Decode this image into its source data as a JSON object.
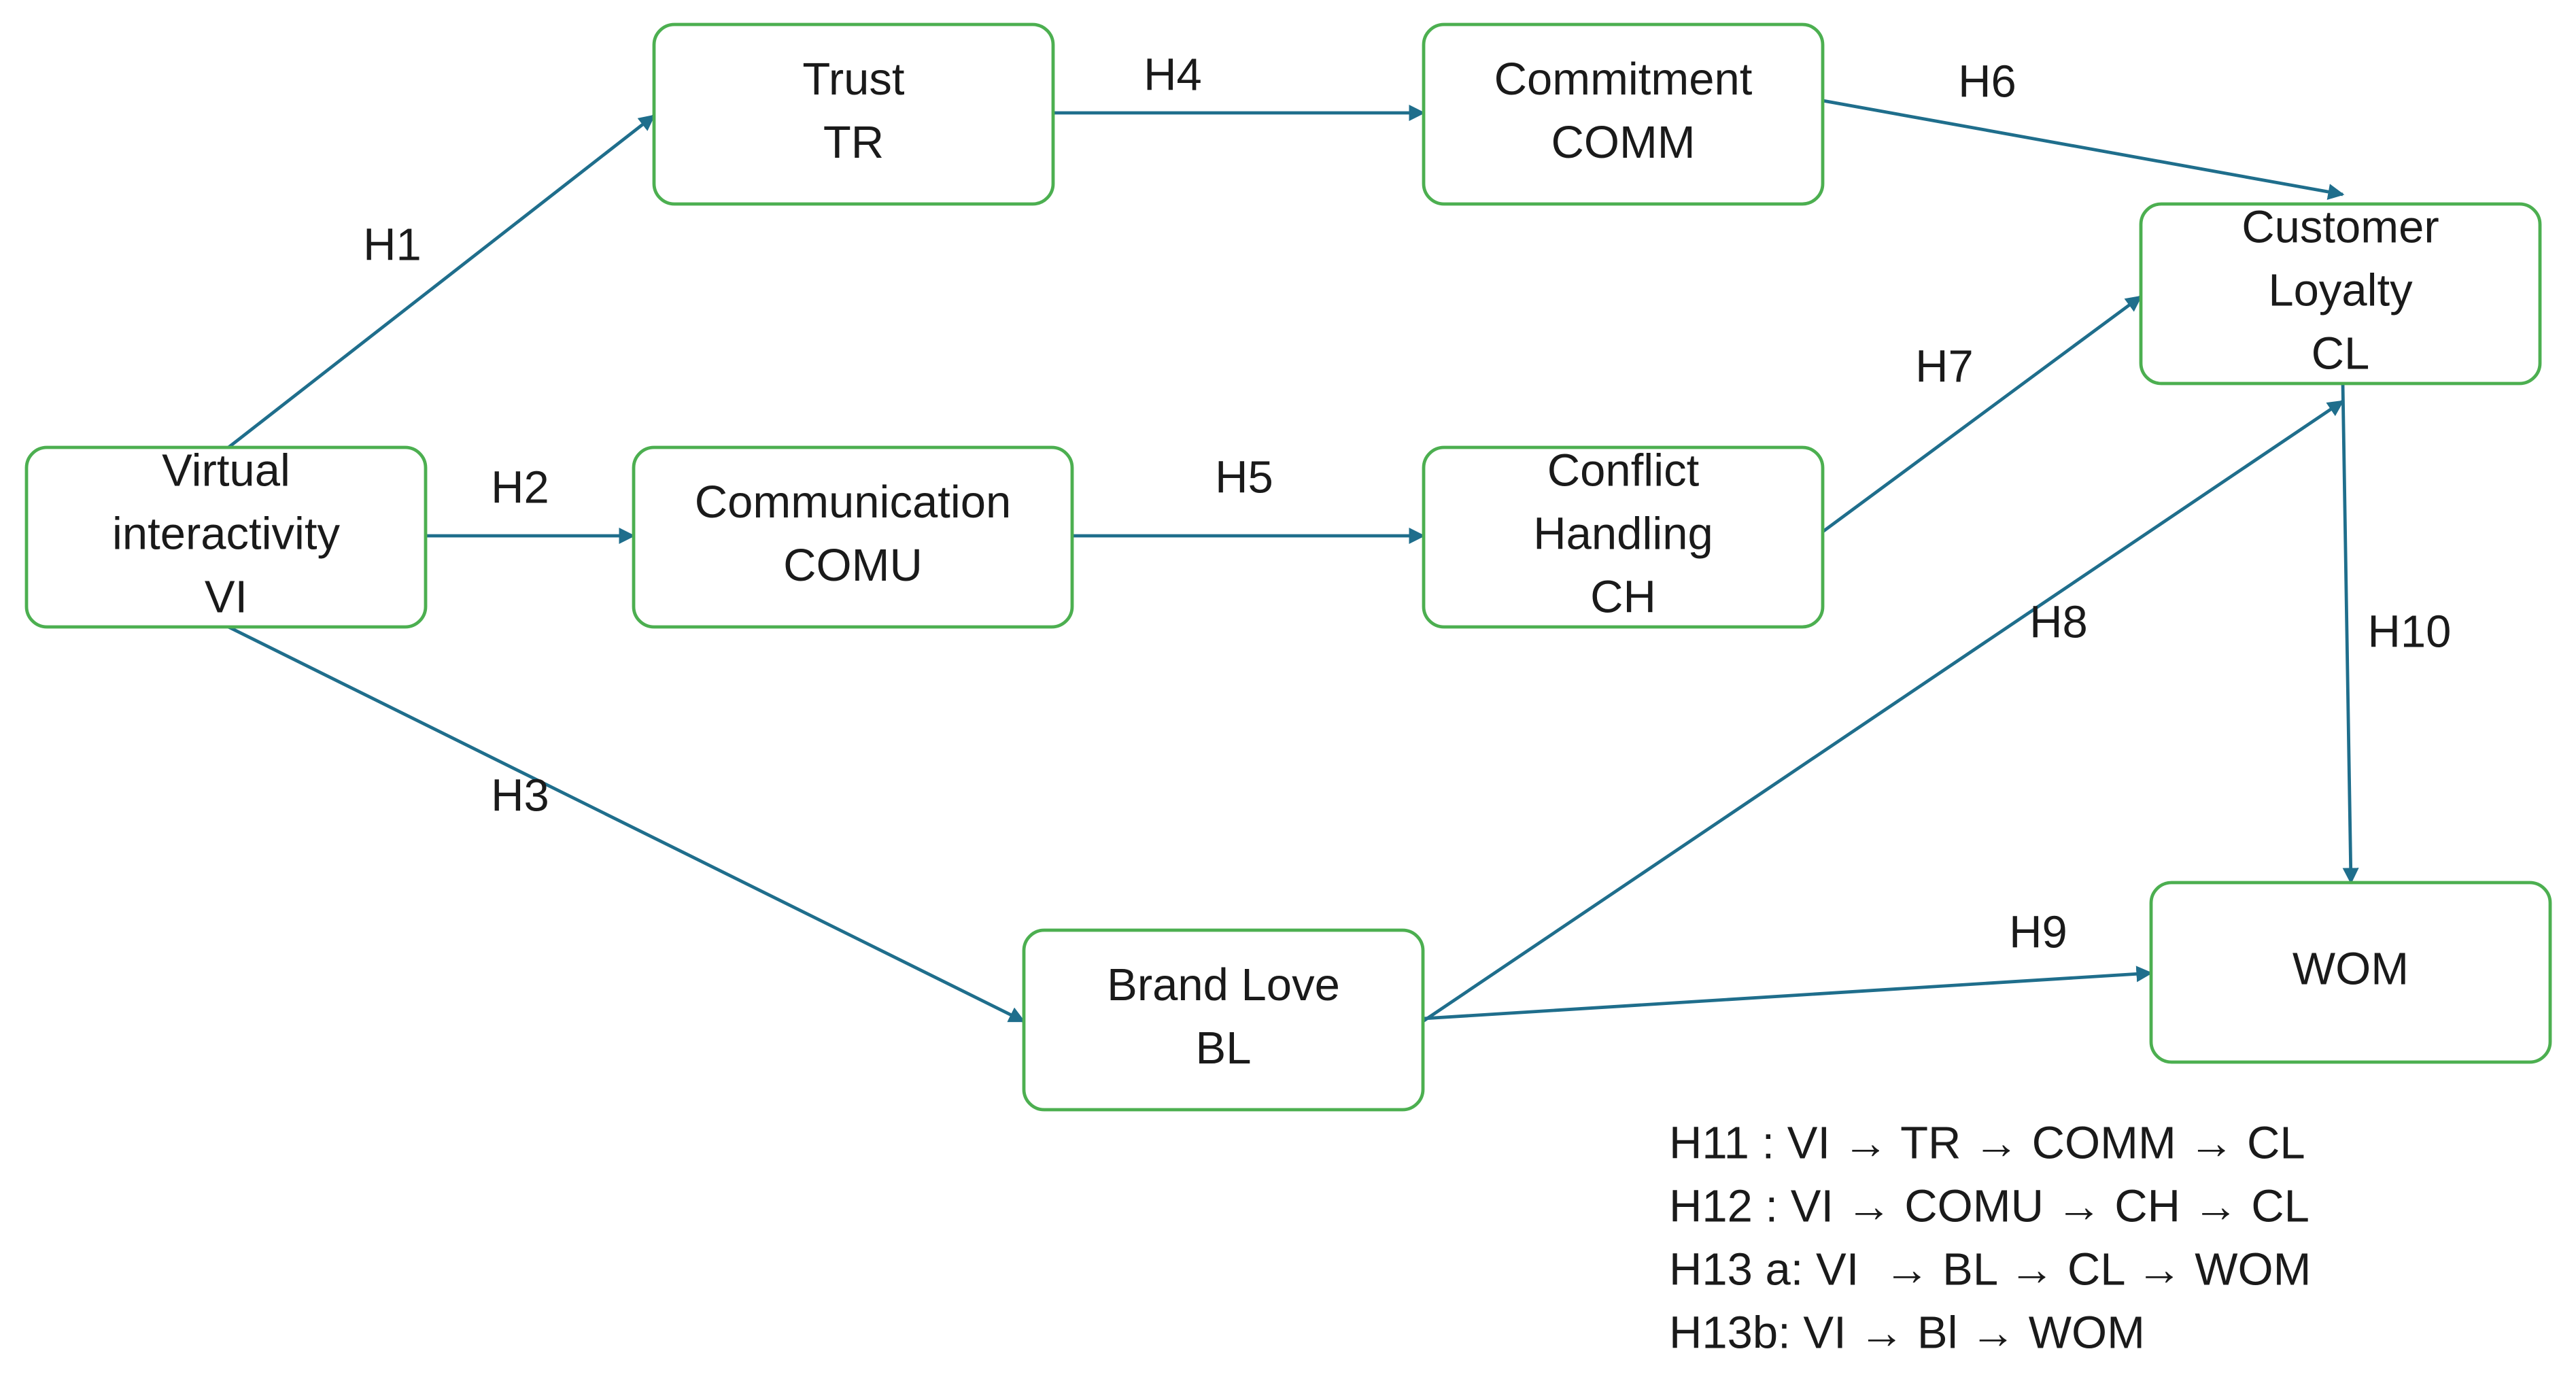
{
  "colors": {
    "node_border": "#4caf50",
    "arrow": "#1f6e8c",
    "text": "#1a1a1a",
    "background": "#ffffff"
  },
  "nodes": {
    "vi": {
      "lines": [
        "Virtual",
        "interactivity",
        "VI"
      ]
    },
    "tr": {
      "lines": [
        "Trust",
        "TR"
      ]
    },
    "comm": {
      "lines": [
        "Commitment",
        "COMM"
      ]
    },
    "comu": {
      "lines": [
        "Communication",
        "COMU"
      ]
    },
    "ch": {
      "lines": [
        "Conflict",
        "Handling",
        "CH"
      ]
    },
    "cl": {
      "lines": [
        "Customer",
        "Loyalty",
        "CL"
      ]
    },
    "bl": {
      "lines": [
        "Brand Love",
        "BL"
      ]
    },
    "wom": {
      "lines": [
        "WOM"
      ]
    }
  },
  "edges": [
    {
      "from": "vi",
      "to": "tr",
      "label": "H1"
    },
    {
      "from": "vi",
      "to": "comu",
      "label": "H2"
    },
    {
      "from": "vi",
      "to": "bl",
      "label": "H3"
    },
    {
      "from": "tr",
      "to": "comm",
      "label": "H4"
    },
    {
      "from": "comu",
      "to": "ch",
      "label": "H5"
    },
    {
      "from": "comm",
      "to": "cl",
      "label": "H6"
    },
    {
      "from": "ch",
      "to": "cl",
      "label": "H7"
    },
    {
      "from": "bl",
      "to": "cl",
      "label": "H8"
    },
    {
      "from": "bl",
      "to": "wom",
      "label": "H9"
    },
    {
      "from": "cl",
      "to": "wom",
      "label": "H10"
    }
  ],
  "hypotheses": [
    "H11 : VI → TR → COMM → CL",
    "H12 : VI → COMU → CH → CL",
    "H13 a: VI  → BL → CL → WOM",
    "H13b: VI → Bl → WOM"
  ]
}
